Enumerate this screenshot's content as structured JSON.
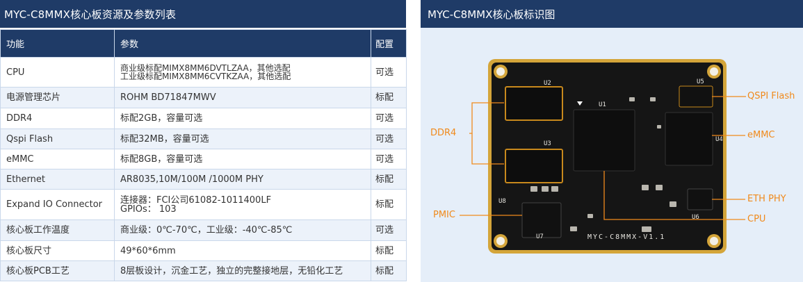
{
  "left_panel": {
    "title": "MYC-C8MMX核心板资源及参数列表",
    "headers": [
      "功能",
      "参数",
      "配置"
    ],
    "rows": [
      {
        "feature": "CPU",
        "params": [
          "商业级标配MIMX8MM6DVTLZAA，其他选配",
          "工业级标配MIMX8MM6CVTKZAA，其他选配"
        ],
        "config": "可选"
      },
      {
        "feature": "电源管理芯片",
        "params": [
          "ROHM BD71847MWV"
        ],
        "config": "标配"
      },
      {
        "feature": "DDR4",
        "params": [
          "标配2GB，容量可选"
        ],
        "config": "可选"
      },
      {
        "feature": "Qspi Flash",
        "params": [
          "标配32MB，容量可选"
        ],
        "config": "可选"
      },
      {
        "feature": "eMMC",
        "params": [
          "标配8GB，容量可选"
        ],
        "config": "可选"
      },
      {
        "feature": "Ethernet",
        "params": [
          "AR8035,10M/100M /1000M PHY"
        ],
        "config": "标配"
      },
      {
        "feature": "Expand IO Connector",
        "params": [
          "连接器：FCI公司61082-1011400LF",
          "GPIOs：  103"
        ],
        "config": "标配"
      },
      {
        "feature": "核心板工作温度",
        "params": [
          "商业级：0℃-70℃，工业级：-40℃-85℃"
        ],
        "config": "可选"
      },
      {
        "feature": "核心板尺寸",
        "params": [
          "49*60*6mm"
        ],
        "config": "标配"
      },
      {
        "feature": "核心板PCB工艺",
        "params": [
          "8层板设计，沉金工艺，独立的完整接地层，无铅化工艺"
        ],
        "config": "标配"
      }
    ]
  },
  "right_panel": {
    "title": "MYC-C8MMX核心板标识图",
    "board": {
      "silk_label": "MYC-C8MMX-V1.1",
      "refdes": {
        "u1": "U1",
        "u2": "U2",
        "u3": "U3",
        "u4": "U4",
        "u5": "U5",
        "u6": "U6",
        "u7": "U7",
        "u8": "U8"
      }
    },
    "callouts": {
      "qspi": "QSPI  Flash",
      "ddr4": "DDR4",
      "emmc": "eMMC",
      "eth_phy": "ETH PHY",
      "pmic": "PMIC",
      "cpu": "CPU"
    },
    "colors": {
      "header": "#1f3b67",
      "callout": "#f08a1c",
      "pcb": "#151515",
      "pad": "#d4a53a"
    }
  }
}
